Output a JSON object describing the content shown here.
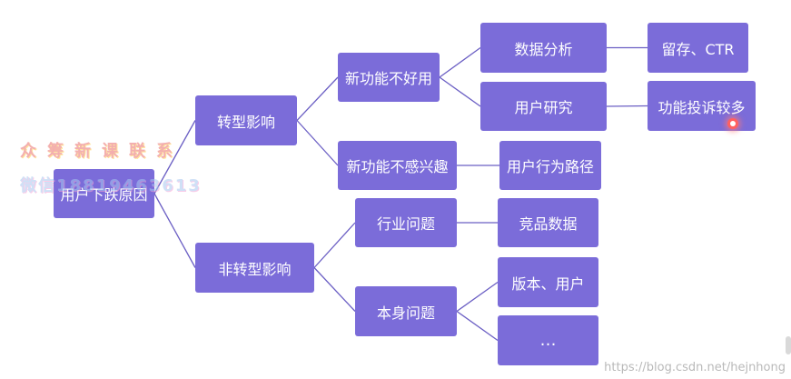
{
  "diagram": {
    "nodes": {
      "root": "用户下跌原因",
      "transform": "转型影响",
      "non_transform": "非转型影响",
      "new_feature_bad": "新功能不好用",
      "new_feature_uninterested": "新功能不感兴趣",
      "industry_issue": "行业问题",
      "own_issue": "本身问题",
      "data_analysis": "数据分析",
      "user_research": "用户研究",
      "user_path": "用户行为路径",
      "competitor_data": "竞品数据",
      "version_user": "版本、用户",
      "ellipsis": "…",
      "retention_ctr": "留存、CTR",
      "complaints": "功能投诉较多"
    },
    "edges": [
      [
        "root",
        "transform"
      ],
      [
        "root",
        "non_transform"
      ],
      [
        "transform",
        "new_feature_bad"
      ],
      [
        "transform",
        "new_feature_uninterested"
      ],
      [
        "new_feature_bad",
        "data_analysis"
      ],
      [
        "new_feature_bad",
        "user_research"
      ],
      [
        "data_analysis",
        "retention_ctr"
      ],
      [
        "user_research",
        "complaints"
      ],
      [
        "new_feature_uninterested",
        "user_path"
      ],
      [
        "non_transform",
        "industry_issue"
      ],
      [
        "non_transform",
        "own_issue"
      ],
      [
        "industry_issue",
        "competitor_data"
      ],
      [
        "own_issue",
        "version_user"
      ],
      [
        "own_issue",
        "ellipsis"
      ]
    ],
    "colors": {
      "node": "#7b6cd9",
      "edge": "#6b5fc4",
      "text": "#ffffff"
    }
  },
  "watermark": {
    "line1": "众筹新课联系",
    "line2": "微信18819463613"
  },
  "site_url": "https://blog.csdn.net/hejnhong"
}
